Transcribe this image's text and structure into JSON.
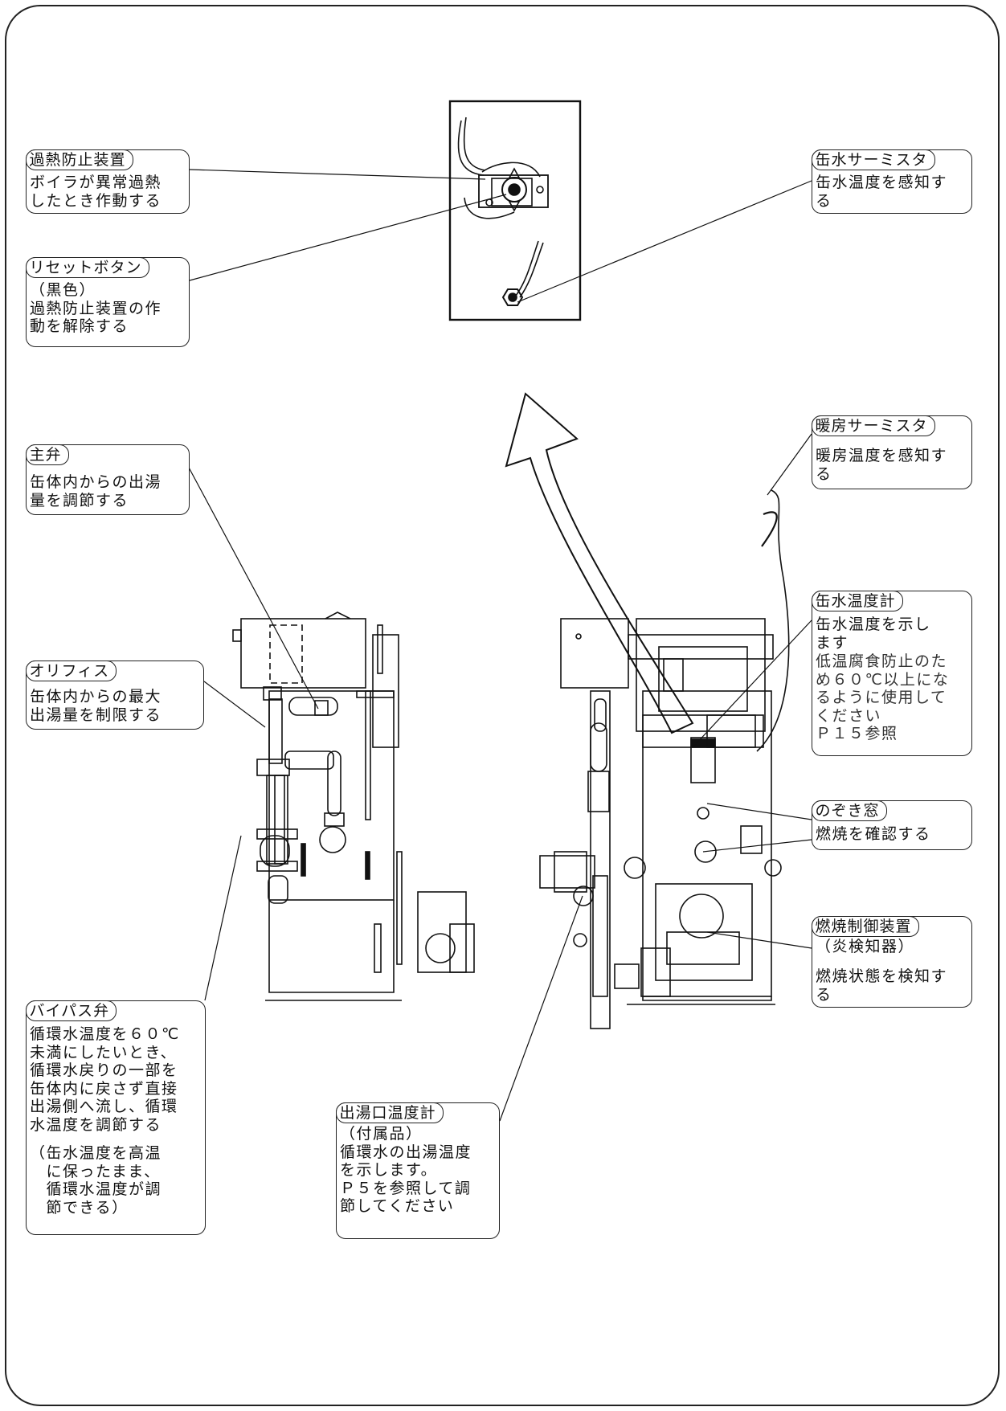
{
  "callouts": {
    "overheat": {
      "title": "過熱防止装置",
      "body": "ボイラが異常過熱\nしたとき作動する"
    },
    "reset": {
      "title": "リセットボタン",
      "body": "（黒色）\n過熱防止装置の作\n動を解除する"
    },
    "can_thermistor": {
      "title": "缶水サーミスタ",
      "body": "缶水温度を感知す\nる"
    },
    "heating_thermistor": {
      "title": "暖房サーミスタ",
      "body": "暖房温度を感知す\nる"
    },
    "main_valve": {
      "title": "主弁",
      "body": "缶体内からの出湯\n量を調節する"
    },
    "orifice": {
      "title": "オリフィス",
      "body": "缶体内からの最大\n出湯量を制限する"
    },
    "can_thermometer": {
      "title": "缶水温度計",
      "body": "缶水温度を示し\nます",
      "note": "低温腐食防止のた\nめ６０℃以上にな\nるように使用して\nください\nＰ１５参照"
    },
    "peep_window": {
      "title": "のぞき窓",
      "body": "燃焼を確認する"
    },
    "combustion_control": {
      "title": "燃焼制御装置",
      "subtitle": "（炎検知器）",
      "body": "燃焼状態を検知す\nる"
    },
    "bypass_valve": {
      "title": "バイパス弁",
      "body": "循環水温度を６０℃\n未満にしたいとき、\n循環水戻りの一部を\n缶体内に戻さず直接\n出湯側へ流し、循環\n水温度を調節する",
      "note": "（缶水温度を高温\n　に保ったまま、\n　循環水温度が調\n　節できる）"
    },
    "outlet_thermometer": {
      "title": "出湯口温度計",
      "body": "（付属品）\n循環水の出湯温度\nを示します。\nＰ５を参照して調\n節してください"
    }
  }
}
